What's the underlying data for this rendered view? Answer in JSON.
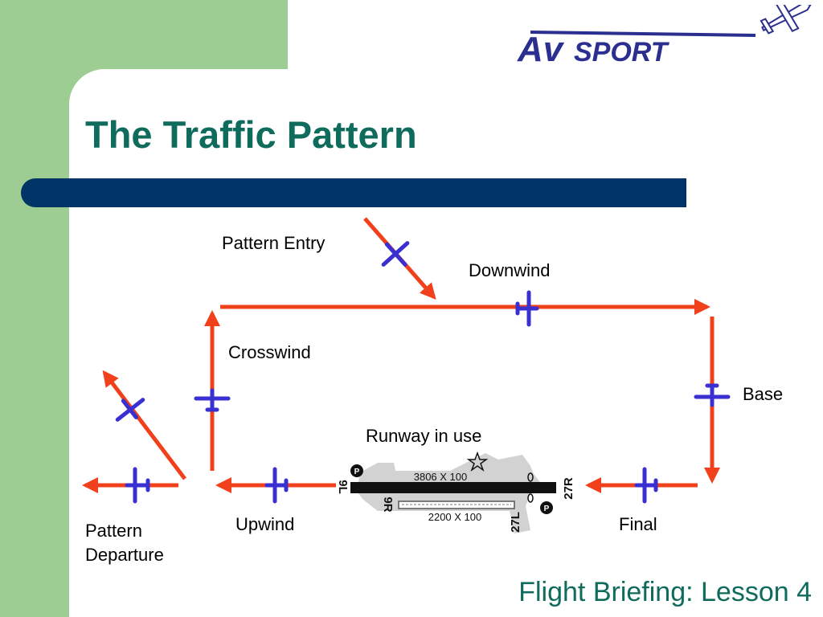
{
  "slide": {
    "title": "The Traffic Pattern",
    "footer": "Flight Briefing: Lesson 4"
  },
  "logo": {
    "text_av": "Av",
    "text_sport": "SPORT"
  },
  "labels": {
    "pattern_entry": "Pattern Entry",
    "downwind": "Downwind",
    "crosswind": "Crosswind",
    "base": "Base",
    "runway_in_use": "Runway in use",
    "upwind": "Upwind",
    "final": "Final",
    "pattern_departure_line1": "Pattern",
    "pattern_departure_line2": "Departure"
  },
  "runway": {
    "main_size": "3806 X 100",
    "second_size": "2200 X 100",
    "id_9l": "9L",
    "id_9r": "9R",
    "id_27r": "27R",
    "id_27l": "27L",
    "parking": "P"
  },
  "colors": {
    "arrow": "#f0401c",
    "plane": "#3a2fd0",
    "title": "#0f6b5c",
    "bar": "#003366",
    "green": "#9dcd93"
  }
}
